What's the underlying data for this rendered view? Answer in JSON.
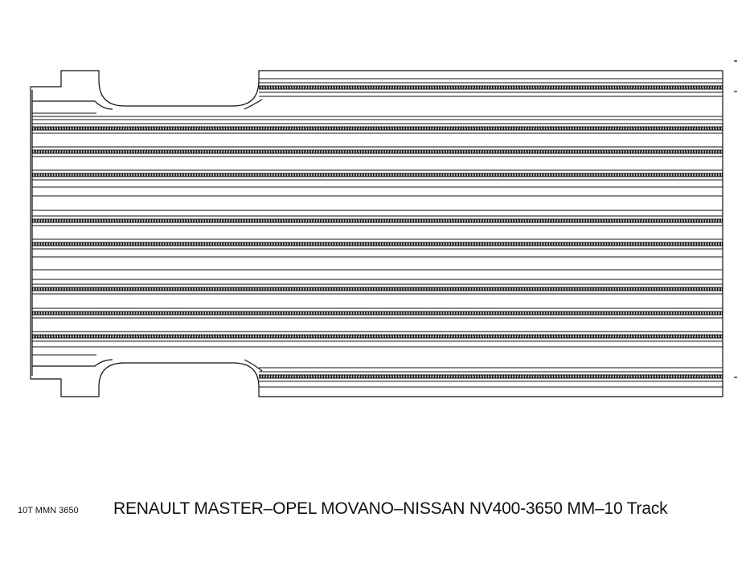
{
  "caption": {
    "part_code": "10T MMN 3650",
    "title": "RENAULT MASTER–OPEL MOVANO–NISSAN NV400-3650 MM–10 Track"
  },
  "drawing": {
    "stroke_color": "#111111",
    "background": "#ffffff",
    "track_count": 10
  }
}
